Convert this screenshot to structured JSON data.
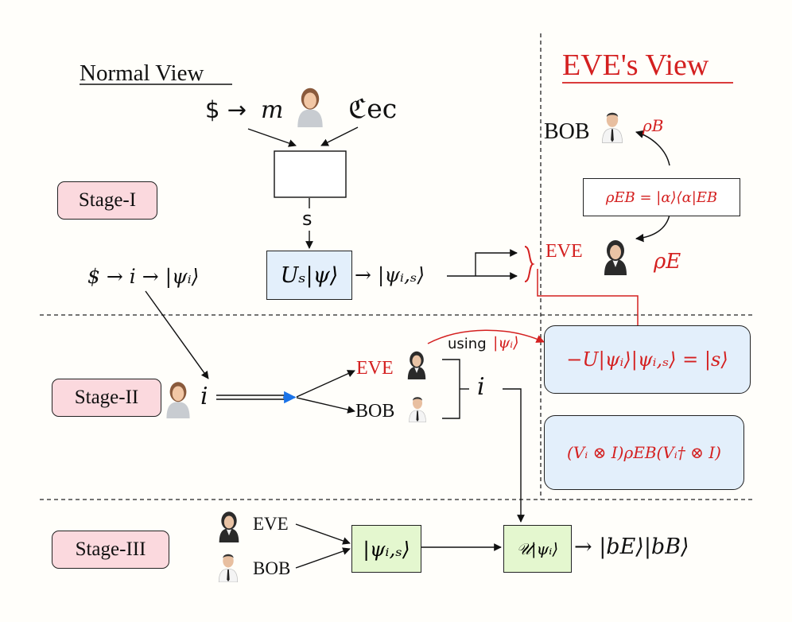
{
  "headings": {
    "normal_view": "Normal View",
    "eve_view": "EVE's View"
  },
  "stages": {
    "stage1": "Stage-I",
    "stage2": "Stage-II",
    "stage3": "Stage-III"
  },
  "labels": {
    "m_prefix": "$ → ",
    "m_var": "m",
    "sec": "ℭec",
    "s_arrow": "s",
    "i_chain": "$ → i → |ψᵢ⟩",
    "us_box": "Uₛ|ψ⟩",
    "psi_is_out": "→ |ψᵢ,ₛ⟩",
    "bob_top": "BOB",
    "rho_b": "ρB",
    "rho_eb": "ρEB = |α⟩⟨α|EB",
    "eve_top": "EVE",
    "rho_e": "ρE",
    "alice_i": "i",
    "using": "using",
    "using_psi": "|ψᵢ⟩",
    "eve_mid": "EVE",
    "bob_mid": "BOB",
    "i_bracket": "i",
    "decode_box": "−U|ψᵢ⟩|ψᵢ,ₛ⟩ = |s⟩",
    "vi_box": "(Vᵢ ⊗ I)ρEB(Vᵢ† ⊗ I)",
    "eve_bottom": "EVE",
    "bob_bottom": "BOB",
    "psi_is_box": "|ψᵢ,ₛ⟩",
    "u_psi_box": "𝒰|ψᵢ⟩",
    "final_out": "→ |bE⟩|bB⟩"
  },
  "colors": {
    "stage_fill": "#fbd9de",
    "blue_fill": "#e3effb",
    "green_fill": "#e4f7cf",
    "red": "#d42020",
    "blue_arrow": "#1a73e8"
  },
  "icons": [
    "alice-avatar",
    "bob-avatar",
    "eve-avatar"
  ]
}
